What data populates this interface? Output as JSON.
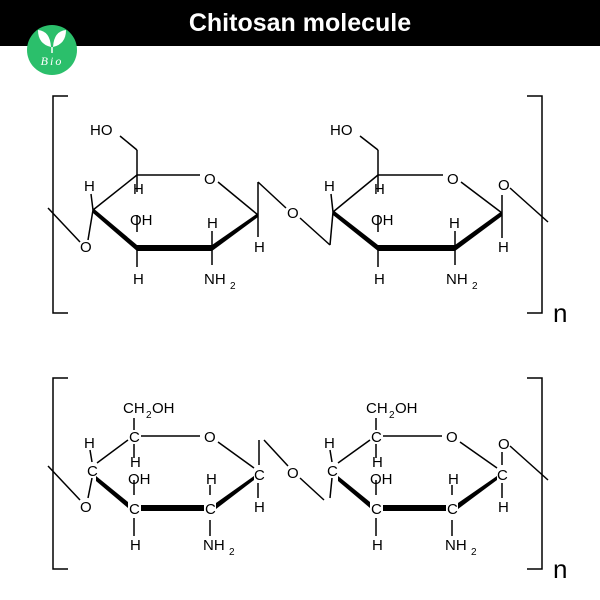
{
  "title": "Chitosan molecule",
  "logo": {
    "text": "Bio",
    "color": "#2bbf6b"
  },
  "labels": {
    "HO": "HO",
    "OH": "OH",
    "H": "H",
    "O": "O",
    "C": "C",
    "N": "N",
    "NH": "NH",
    "two": "2",
    "CH": "CH",
    "repeat": "n"
  }
}
